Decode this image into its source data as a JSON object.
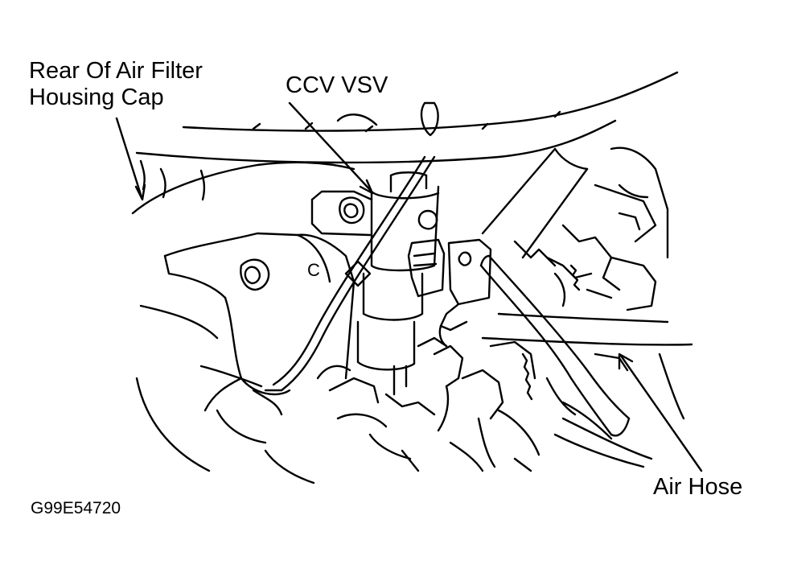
{
  "labels": {
    "rear_cap_line1": "Rear Of Air Filter",
    "rear_cap_line2": "Housing Cap",
    "ccv_vsv": "CCV VSV",
    "air_hose": "Air Hose",
    "figure_code": "G99E54720",
    "part_letter": "C"
  },
  "colors": {
    "line": "#000000",
    "background": "#ffffff"
  }
}
